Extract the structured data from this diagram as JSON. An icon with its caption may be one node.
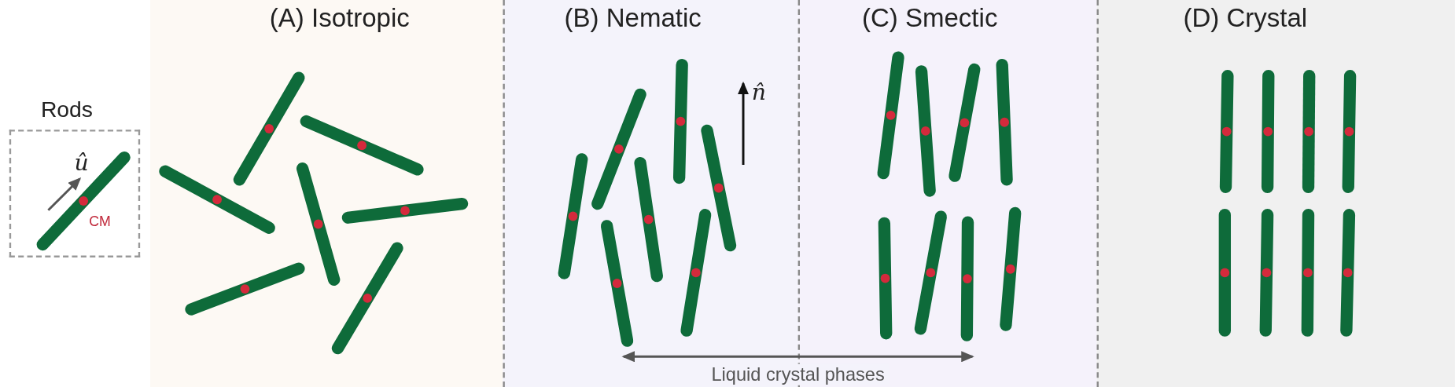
{
  "diagram": {
    "nodes": [
      {
        "text": [
          "Rods",
          "û",
          "CM"
        ]
      },
      {
        "text": [
          "(A) Isotropic"
        ]
      },
      {
        "text": [
          "(B) Nematic",
          "n̂"
        ]
      },
      {
        "text": [
          "(C) Smectic"
        ]
      },
      {
        "text": [
          "(D) Crystal"
        ]
      }
    ],
    "edges": [
      {
        "from": 2,
        "to": 3,
        "arrow": "both",
        "label": "Liquid crystal phases"
      }
    ]
  }
}
